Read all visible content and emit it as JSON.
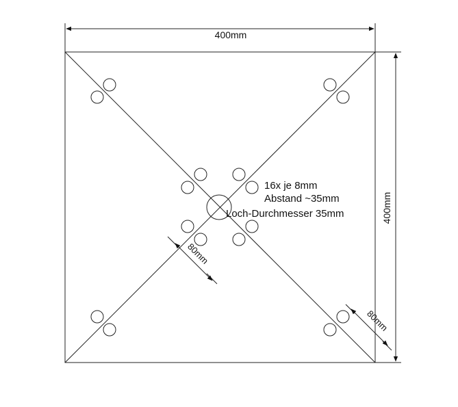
{
  "dimensions": {
    "width_label": "400mm",
    "height_label": "400mm",
    "offset_inner_label": "80mm",
    "offset_corner_label": "80mm"
  },
  "annotation": {
    "line1": "16x je 8mm",
    "line2": "Abstand ~35mm",
    "line3": "Loch-Durchmesser 35mm"
  },
  "colors": {
    "stroke": "#222222",
    "background": "#ffffff"
  }
}
